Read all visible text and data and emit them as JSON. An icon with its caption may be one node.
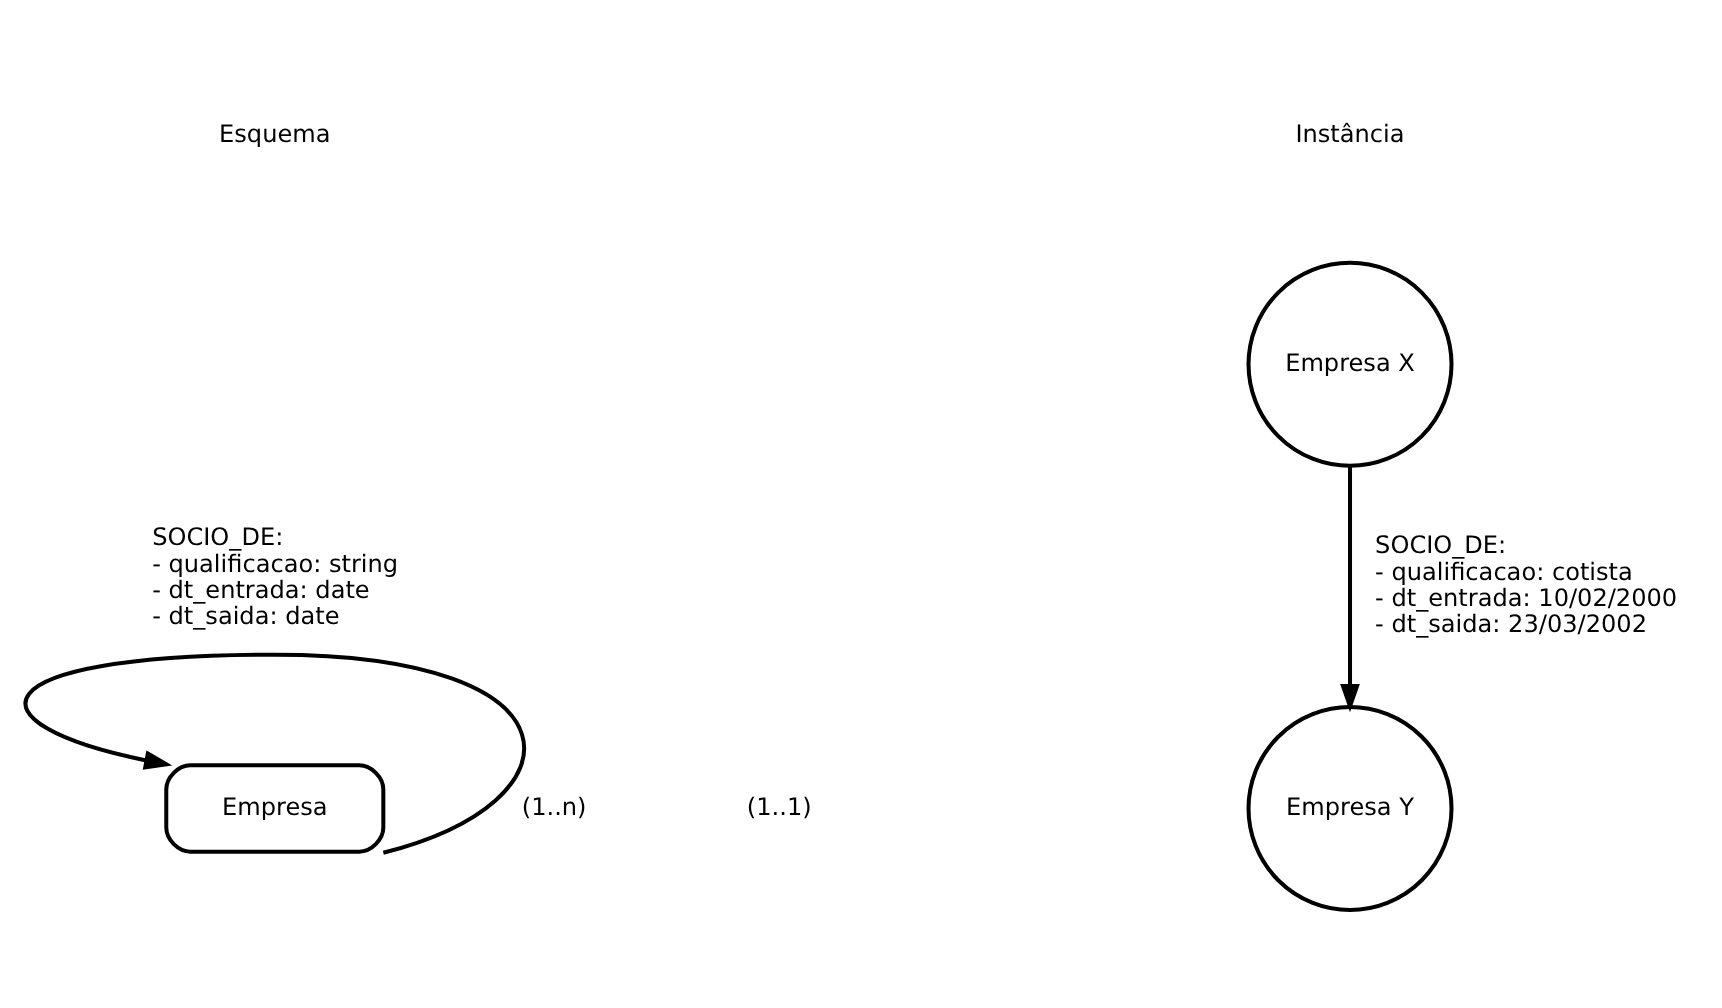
{
  "diagram": {
    "nodes": [
      {
        "text": [
          "Empresa"
        ]
      },
      {
        "text": [
          "Empresa X"
        ]
      },
      {
        "text": [
          "Empresa Y"
        ]
      }
    ],
    "edges": [
      {
        "from": 0,
        "to": 0,
        "arrow": "to",
        "label": "SOCIO_DE: - qualificacao: string - dt_entrada: date - dt_saida: date"
      },
      {
        "from": 1,
        "to": 2,
        "arrow": "to",
        "label": "SOCIO_DE: - qualificacao: cotista - dt_entrada: 10/02/2000 - dt_saida: 23/03/2002"
      }
    ],
    "labels": [
      "Esquema",
      "Instância",
      "(1..n)",
      "(1..1)"
    ]
  }
}
